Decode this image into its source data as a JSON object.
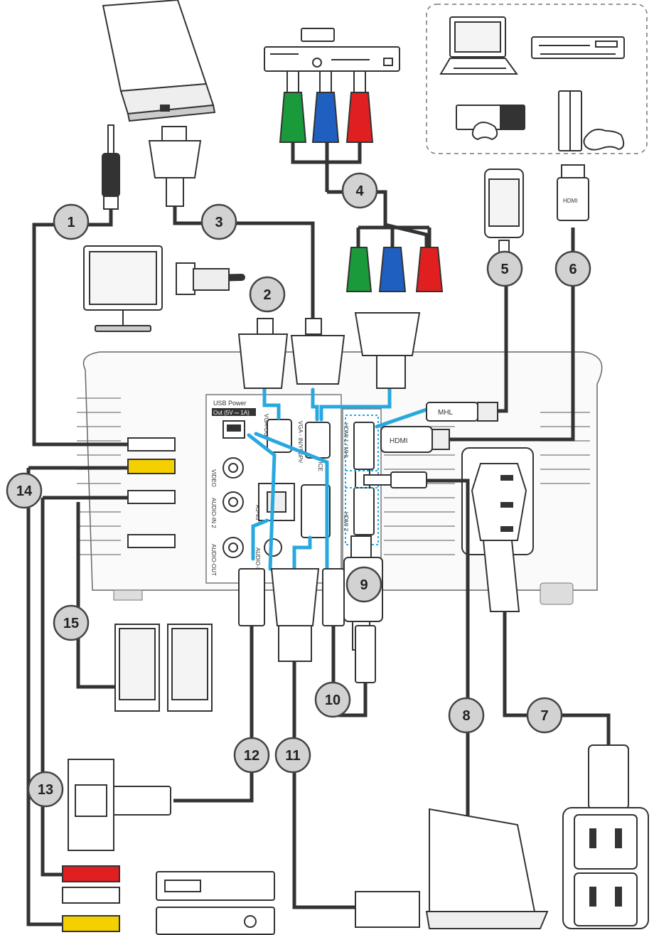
{
  "port_labels": {
    "usb_power": "USB Power",
    "usb_power_out": "Out (5V ⎓ 1A)",
    "vga_out": "VGA-OUT",
    "vga_in": "VGA - IN/YPbPr/ ",
    "hdmi1": "HDMI 1 / MHL",
    "hdmi2": "HDMI 2",
    "service": "SERVICE",
    "video": "VIDEO",
    "audio_in2": "AUDIO-IN 2",
    "audio_out": "AUDIO-OUT",
    "rj45": "RJ-45",
    "audio_in1": "AUDIO-IN 1"
  },
  "connector_labels": {
    "mhl": "MHL",
    "hdmi_plug": "HDMI",
    "hdmi_cable_top": "HDMI"
  },
  "callouts": [
    "1",
    "2",
    "3",
    "4",
    "5",
    "6",
    "7",
    "8",
    "9",
    "10",
    "11",
    "12",
    "13",
    "14",
    "15"
  ],
  "colors": {
    "signal_blue": "#29a8e0",
    "rca_green": "#1a9a3a",
    "rca_blue": "#1f5fc0",
    "rca_red": "#e02020",
    "rca_yellow": "#f5d000",
    "rca_white": "#ffffff",
    "outline": "#333333",
    "dashed_panel": "#777777"
  }
}
